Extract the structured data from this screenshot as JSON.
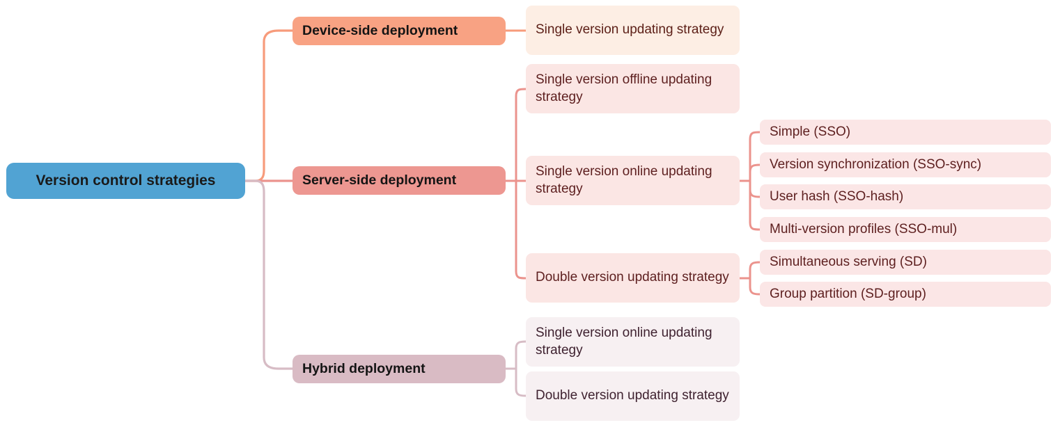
{
  "diagram": {
    "type": "mind-map",
    "title": "Version control strategies",
    "root": {
      "label": "Version control strategies",
      "color": "#51a3d3"
    },
    "branches": [
      {
        "key": "device",
        "label": "Device-side deployment",
        "color": "#f8a283",
        "edge_color": "#f79b7b",
        "children": [
          {
            "label": "Single version updating strategy",
            "children": []
          }
        ]
      },
      {
        "key": "server",
        "label": "Server-side deployment",
        "color": "#ed9791",
        "edge_color": "#eb938d",
        "children": [
          {
            "label": "Single version offline updating strategy",
            "children": []
          },
          {
            "label": "Single version online updating strategy",
            "children": [
              {
                "label": "Simple (SSO)"
              },
              {
                "label": "Version synchronization (SSO-sync)"
              },
              {
                "label": "User hash (SSO-hash)"
              },
              {
                "label": "Multi-version profiles (SSO-mul)"
              }
            ]
          },
          {
            "label": "Double version updating strategy",
            "children": [
              {
                "label": "Simultaneous serving (SD)"
              },
              {
                "label": "Group partition (SD-group)"
              }
            ]
          }
        ]
      },
      {
        "key": "hybrid",
        "label": "Hybrid deployment",
        "color": "#d9bbc4",
        "edge_color": "#d7bcc5",
        "children": [
          {
            "label": "Single version online updating strategy",
            "children": []
          },
          {
            "label": "Double version updating strategy",
            "children": []
          }
        ]
      }
    ]
  }
}
